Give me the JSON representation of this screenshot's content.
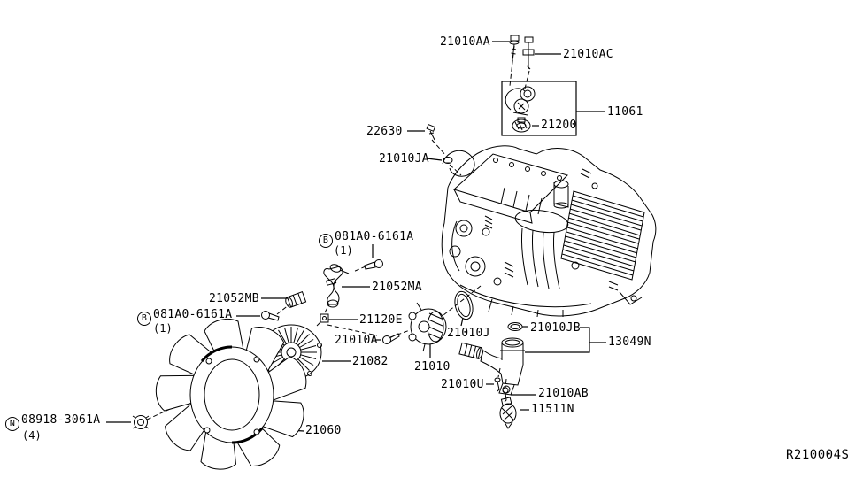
{
  "diagram": {
    "ref_code": "R210004S",
    "line_color": "#000000",
    "background": "#ffffff",
    "callouts": {
      "aa": {
        "part": "21010AA"
      },
      "ac": {
        "part": "21010AC"
      },
      "housing": {
        "part": "11061"
      },
      "thermostat": {
        "part": "21200"
      },
      "sender": {
        "part": "22630"
      },
      "ja": {
        "part": "21010JA"
      },
      "bolt_b1": {
        "prefix": "B",
        "part": "081A0-6161A",
        "qty": "(1)"
      },
      "pipe_ma": {
        "part": "21052MA"
      },
      "conn_mb": {
        "part": "21052MB"
      },
      "bolt_b2": {
        "prefix": "B",
        "part": "081A0-6161A",
        "qty": "(1)"
      },
      "clip": {
        "part": "21120E"
      },
      "bolt_a": {
        "part": "21010A"
      },
      "fan_clutch": {
        "part": "21082"
      },
      "water_pump": {
        "part": "21010"
      },
      "oring_j": {
        "part": "21010J"
      },
      "oring_jb": {
        "part": "21010JB"
      },
      "outlet": {
        "part": "13049N"
      },
      "bolt_u": {
        "part": "21010U"
      },
      "bolt_ab": {
        "part": "21010AB"
      },
      "sensor": {
        "part": "11511N"
      },
      "fan": {
        "part": "21060"
      },
      "nut_n": {
        "prefix": "N",
        "part": "08918-3061A",
        "qty": "(4)"
      }
    }
  }
}
